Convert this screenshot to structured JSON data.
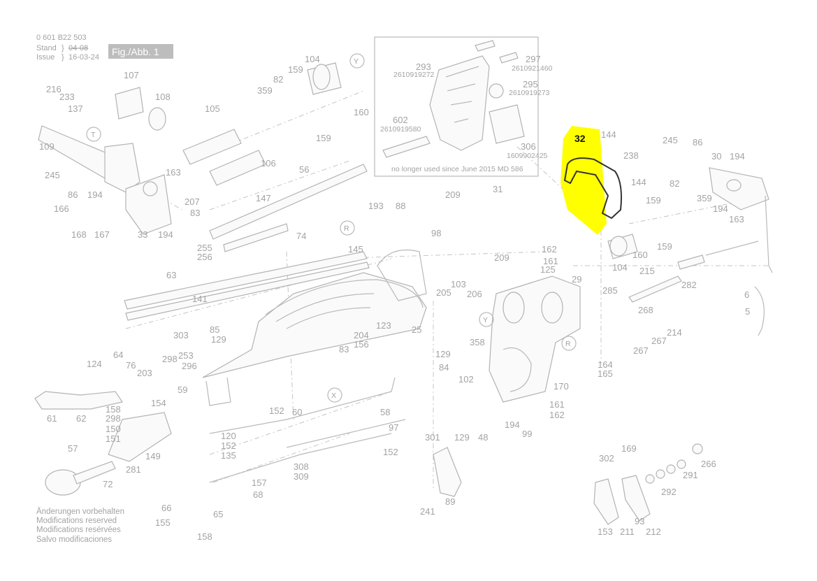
{
  "header": {
    "doc_number": "0 601 B22 503",
    "stand_label": "Stand",
    "issue_label": "Issue",
    "stand_value": "04-08",
    "issue_value": "16-03-24",
    "fig_label": "Fig./Abb. 1"
  },
  "inset": {
    "note": "no longer used since June 2015   MD 586",
    "items": [
      {
        "num": "293",
        "code": "2610919272"
      },
      {
        "num": "297",
        "code": "2610921460"
      },
      {
        "num": "295",
        "code": "2610919273"
      },
      {
        "num": "602",
        "code": "2610919580"
      },
      {
        "num": "306",
        "code": "1609902425"
      }
    ]
  },
  "highlight": {
    "part": "32",
    "color": "#ffff00"
  },
  "circle_markers": {
    "y": "Y",
    "t": "T",
    "r": "R",
    "x": "X"
  },
  "footer": {
    "lines": [
      "Änderungen vorbehalten",
      "Modifications reserved",
      "Modifications resérvées",
      "Salvo modificaciones"
    ]
  },
  "part_labels": [
    "216",
    "233",
    "137",
    "109",
    "245",
    "86",
    "194",
    "166",
    "168",
    "167",
    "107",
    "108",
    "163",
    "207",
    "83",
    "33",
    "194",
    "82",
    "159",
    "104",
    "359",
    "105",
    "160",
    "159",
    "106",
    "56",
    "147",
    "255",
    "256",
    "74",
    "145",
    "63",
    "141",
    "64",
    "76",
    "203",
    "303",
    "298",
    "296",
    "253",
    "85",
    "129",
    "83",
    "204",
    "156",
    "123",
    "25",
    "193",
    "88",
    "98",
    "103",
    "205",
    "206",
    "209",
    "31",
    "162",
    "161",
    "125",
    "29",
    "285",
    "209",
    "144",
    "238",
    "144",
    "159",
    "245",
    "86",
    "30",
    "194",
    "82",
    "359",
    "194",
    "163",
    "160",
    "159",
    "104",
    "215",
    "282",
    "6",
    "5",
    "268",
    "214",
    "267",
    "267",
    "164",
    "165",
    "358",
    "129",
    "84",
    "102",
    "170",
    "161",
    "162",
    "194",
    "99",
    "129",
    "48",
    "124",
    "61",
    "62",
    "158",
    "298",
    "150",
    "151",
    "154",
    "59",
    "57",
    "72",
    "281",
    "149",
    "120",
    "152",
    "135",
    "152",
    "60",
    "97",
    "58",
    "152",
    "308",
    "309",
    "157",
    "68",
    "66",
    "155",
    "65",
    "158",
    "301",
    "89",
    "241",
    "302",
    "169",
    "266",
    "291",
    "292",
    "153",
    "211",
    "93",
    "212"
  ]
}
